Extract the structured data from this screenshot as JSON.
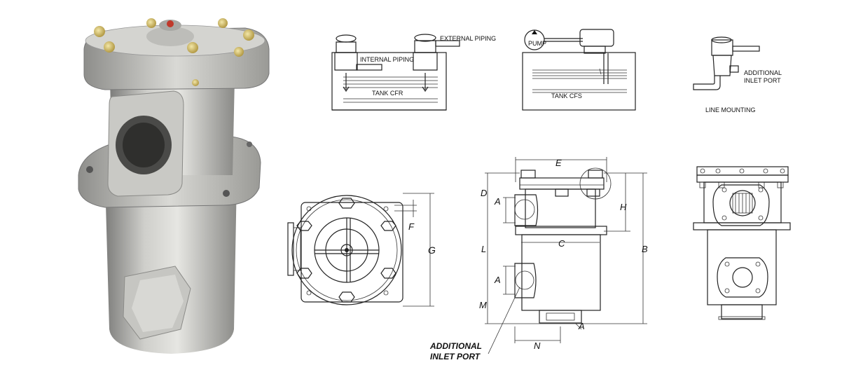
{
  "installation": {
    "cfr": {
      "external_piping": "EXTERNAL PIPING",
      "internal_piping": "INTERNAL PIPING",
      "tank": "TANK CFR"
    },
    "cfs": {
      "pump": "PUMP",
      "tank": "TANK CFS"
    },
    "line": {
      "additional_inlet_port_1": "ADDITIONAL",
      "additional_inlet_port_2": "INLET PORT",
      "caption": "LINE MOUNTING"
    }
  },
  "dimensions": {
    "top": {
      "F": "F",
      "G": "G"
    },
    "side": {
      "E": "E",
      "D": "D",
      "A_upper": "A",
      "H": "H",
      "C": "C",
      "L": "L",
      "B": "B",
      "A_lower": "A",
      "M": "M",
      "A_bottom": "A",
      "N": "N"
    },
    "callout_line1": "ADDITIONAL",
    "callout_line2": "INLET PORT"
  }
}
